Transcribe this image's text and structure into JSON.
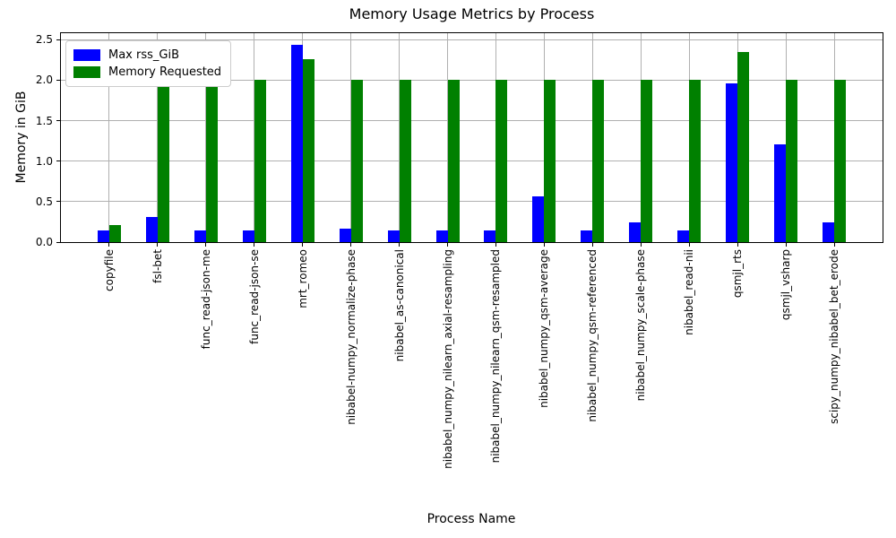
{
  "chart_data": {
    "type": "bar",
    "title": "Memory Usage Metrics by Process",
    "xlabel": "Process Name",
    "ylabel": "Memory in GiB",
    "ylim": [
      0,
      2.58
    ],
    "yticks": [
      0.0,
      0.5,
      1.0,
      1.5,
      2.0,
      2.5
    ],
    "grid": true,
    "legend_position": "upper left",
    "categories": [
      "copyfile",
      "fsl-bet",
      "func_read-json-me",
      "func_read-json-se",
      "mrt_romeo",
      "nibabel-numpy_normalize-phase",
      "nibabel_as-canonical",
      "nibabel_numpy_nilearn_axial-resampling",
      "nibabel_numpy_nilearn_qsm-resampled",
      "nibabel_numpy_qsm-average",
      "nibabel_numpy_qsm-referenced",
      "nibabel_numpy_scale-phase",
      "nibabel_read-nii",
      "qsmjl_rts",
      "qsmjl_vsharp",
      "scipy_numpy_nibabel_bet_erode"
    ],
    "series": [
      {
        "name": "Max rss_GiB",
        "color": "#0000ff",
        "values": [
          0.14,
          0.31,
          0.14,
          0.14,
          2.44,
          0.17,
          0.14,
          0.14,
          0.14,
          0.56,
          0.14,
          0.24,
          0.14,
          1.96,
          1.21,
          0.24
        ]
      },
      {
        "name": "Memory Requested",
        "color": "#008000",
        "values": [
          0.21,
          2.0,
          2.0,
          2.0,
          2.26,
          2.0,
          2.0,
          2.0,
          2.0,
          2.0,
          2.0,
          2.0,
          2.0,
          2.35,
          2.0,
          2.0
        ]
      }
    ]
  }
}
